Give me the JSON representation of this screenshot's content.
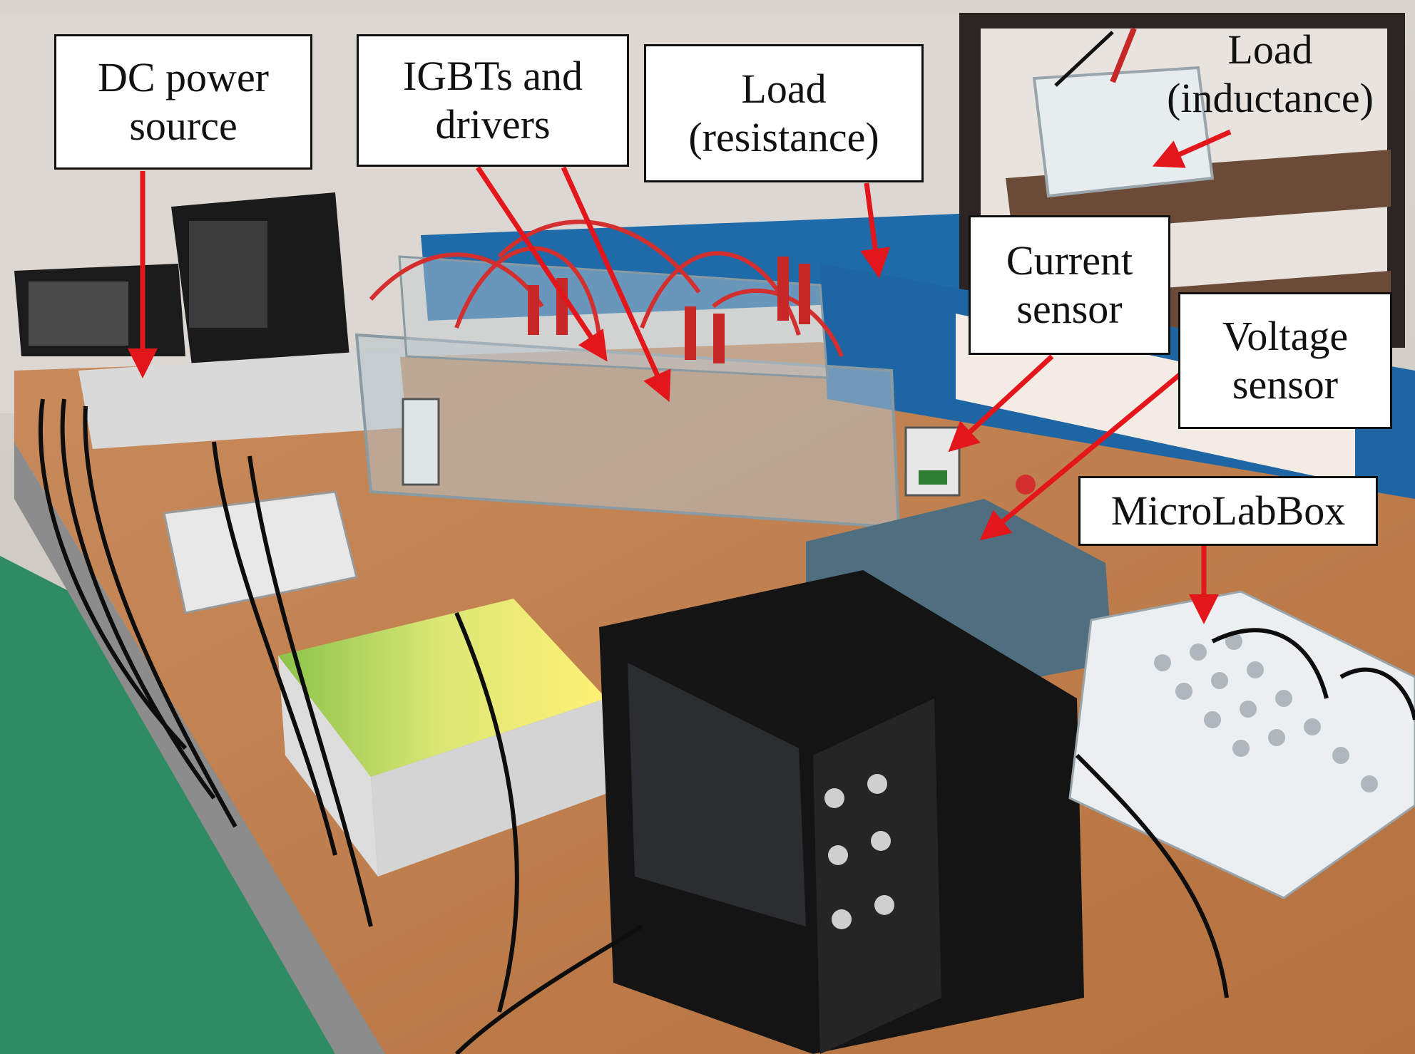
{
  "figure": {
    "labels": {
      "dc_power_source": [
        "DC power",
        "source"
      ],
      "igbts_and_drivers": [
        "IGBTs and",
        "drivers"
      ],
      "load_resistance": [
        "Load",
        "(resistance)"
      ],
      "load_inductance": [
        "Load",
        "(inductance)"
      ],
      "current_sensor": [
        "Current",
        "sensor"
      ],
      "voltage_sensor": [
        "Voltage",
        "sensor"
      ],
      "microlabbox": [
        "MicroLabBox"
      ]
    },
    "colors": {
      "arrow": "#e3161b",
      "label_border": "#111111",
      "label_background": "#ffffff"
    }
  }
}
